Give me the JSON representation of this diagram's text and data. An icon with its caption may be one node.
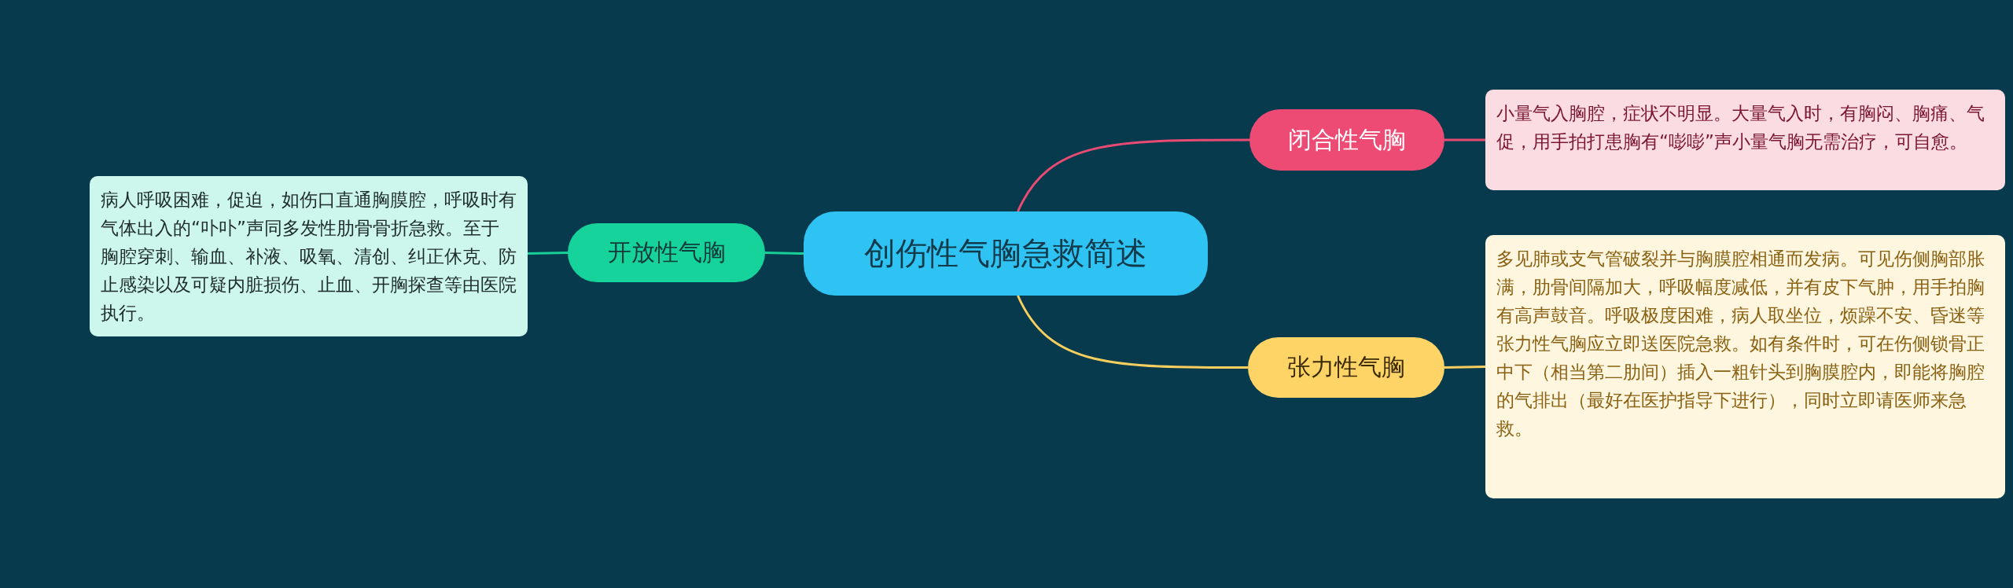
{
  "diagram": {
    "nodes": [
      {
        "text": [
          "创伤性气胸急救简述"
        ]
      },
      {
        "text": [
          "闭合性气胸"
        ]
      },
      {
        "text": [
          "小量气入胸腔，症状不明显。大量气入时，有胸闷、胸痛、气促，用手拍打患胸有“嘭嘭”声小量气胸无需治疗，可自愈。"
        ]
      },
      {
        "text": [
          "开放性气胸"
        ]
      },
      {
        "text": [
          "病人呼吸困难，促迫，如伤口直通胸膜腔，呼吸时有气体出入的“卟卟”声同多发性肋骨骨折急救。至于胸腔穿刺、输血、补液、吸氧、清创、纠正休克、防止感染以及可疑内脏损伤、止血、开胸探查等由医院执行。"
        ]
      },
      {
        "text": [
          "张力性气胸"
        ]
      },
      {
        "text": [
          "多见肺或支气管破裂并与胸膜腔相通而发病。可见伤侧胸部胀满，肋骨间隔加大，呼吸幅度减低，并有皮下气肿，用手拍胸有高声鼓音。呼吸极度困难，病人取坐位，烦躁不安、昏迷等张力性气胸应立即送医院急救。如有条件时，可在伤侧锁骨正中下（相当第二肋间）插入一粗针头到胸膜腔内，即能将胸腔的气排出（最好在医护指导下进行），同时立即请医师来急救。"
        ]
      }
    ],
    "edges": [
      {
        "from": 0,
        "to": 1,
        "arrow": "none",
        "color": "#e94b72"
      },
      {
        "from": 1,
        "to": 2,
        "arrow": "none",
        "color": "#e94b72"
      },
      {
        "from": 0,
        "to": 3,
        "arrow": "none",
        "color": "#17cf97"
      },
      {
        "from": 3,
        "to": 4,
        "arrow": "none",
        "color": "#17cf97"
      },
      {
        "from": 0,
        "to": 5,
        "arrow": "none",
        "color": "#f7cf5e"
      },
      {
        "from": 5,
        "to": 6,
        "arrow": "none",
        "color": "#f7cf5e"
      }
    ]
  }
}
